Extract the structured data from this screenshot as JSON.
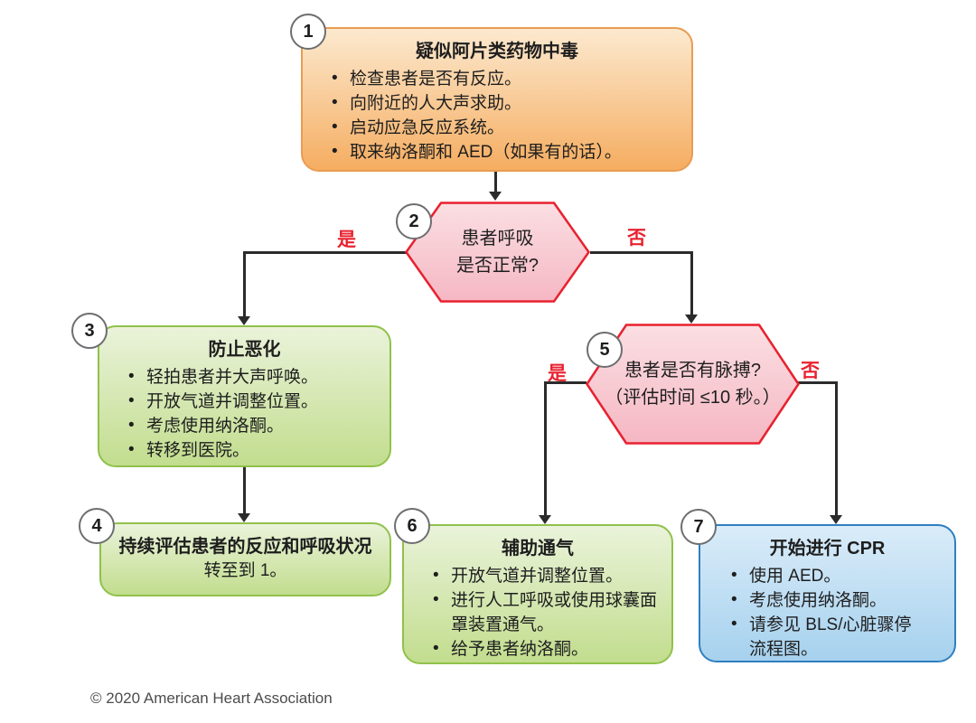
{
  "colors": {
    "accent_red": "#e8212f",
    "connector": "#2b2b2b",
    "orange_fill_top": "#fce9cf",
    "orange_fill_bottom": "#f5ad61",
    "orange_border": "#e99c51",
    "green_fill_top": "#eaf3da",
    "green_fill_bottom": "#c2dd8e",
    "green_border": "#90c14b",
    "pink_fill_top": "#fbdfe3",
    "pink_fill_bottom": "#f5b7c3",
    "pink_border": "#e8212f",
    "blue_fill_top": "#daecf9",
    "blue_fill_bottom": "#a6d1ee",
    "blue_border": "#2f7fc1",
    "badge_border": "#6d6e71"
  },
  "nodes": {
    "n1": {
      "number": "1",
      "title": "疑似阿片类药物中毒",
      "bullets": [
        "检查患者是否有反应。",
        "向附近的人大声求助。",
        "启动应急反应系统。",
        "取来纳洛酮和 AED（如果有的话）。"
      ]
    },
    "n2": {
      "number": "2",
      "line1": "患者呼吸",
      "line2": "是否正常?",
      "yes": "是",
      "no": "否"
    },
    "n3": {
      "number": "3",
      "title": "防止恶化",
      "bullets": [
        "轻拍患者并大声呼唤。",
        "开放气道并调整位置。",
        "考虑使用纳洛酮。",
        "转移到医院。"
      ]
    },
    "n4": {
      "number": "4",
      "title": "持续评估患者的反应和呼吸状况",
      "subtitle": "转至到 1。"
    },
    "n5": {
      "number": "5",
      "line1": "患者是否有脉搏?",
      "line2": "（评估时间 ≤10 秒。）",
      "yes": "是",
      "no": "否"
    },
    "n6": {
      "number": "6",
      "title": "辅助通气",
      "bullets": [
        "开放气道并调整位置。",
        "进行人工呼吸或使用球囊面罩装置通气。",
        "给予患者纳洛酮。"
      ]
    },
    "n7": {
      "number": "7",
      "title": "开始进行 CPR",
      "bullets": [
        "使用 AED。",
        "考虑使用纳洛酮。",
        "请参见 BLS/心脏骤停流程图。"
      ]
    }
  },
  "footer": {
    "copyright": "© 2020 American Heart Association"
  }
}
